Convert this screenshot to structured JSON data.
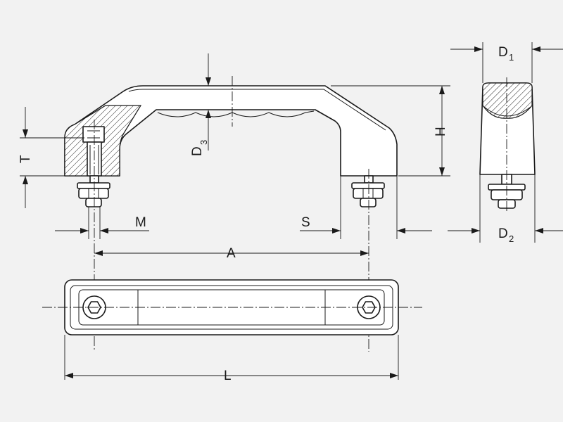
{
  "labels": {
    "d1_main": "D",
    "d1_sub": "1",
    "d2_main": "D",
    "d2_sub": "2",
    "d3_main": "D",
    "d3_sub": "3",
    "h": "H",
    "t": "T",
    "m": "M",
    "s": "S",
    "a": "A",
    "l": "L"
  }
}
